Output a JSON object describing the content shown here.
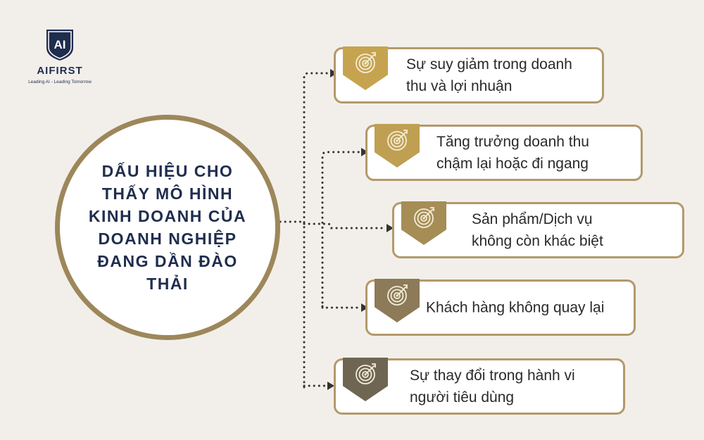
{
  "logo": {
    "mark": "AI",
    "name": "AIFIRST",
    "tagline": "Leading AI - Leading Tomorrow"
  },
  "center": {
    "title": "DẤU HIỆU CHO\nTHẤY MÔ HÌNH\nKINH DOANH CỦA\nDOANH NGHIỆP\nĐANG DẦN ĐÀO\nTHẢI"
  },
  "items": [
    {
      "text": "Sự suy giảm trong doanh thu và lợi nhuận",
      "icon": "target-icon",
      "color": "#c6a44f"
    },
    {
      "text": "Tăng trưởng doanh thu chậm lại hoặc đi ngang",
      "icon": "target-icon",
      "color": "#bf9f52"
    },
    {
      "text": "Sản phẩm/Dịch vụ không còn khác biệt",
      "icon": "target-icon",
      "color": "#a58d55"
    },
    {
      "text": "Khách hàng không quay lại",
      "icon": "target-icon",
      "color": "#8c7a58"
    },
    {
      "text": "Sự thay đổi trong hành vi người tiêu dùng",
      "icon": "target-icon",
      "color": "#6e6652"
    }
  ],
  "colors": {
    "background": "#f2efea",
    "navy": "#1f2d4e",
    "gold_border": "#b3996a",
    "circle_ring": "#9d875a"
  }
}
